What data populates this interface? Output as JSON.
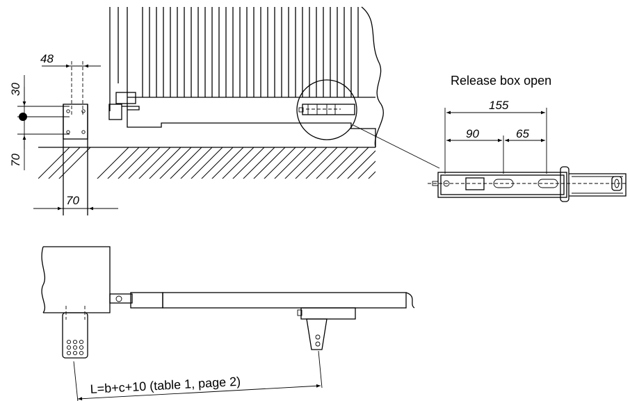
{
  "labels": {
    "release_title": "Release box open",
    "dim_48": "48",
    "dim_30": "30",
    "dim_70_vertical": "70",
    "dim_70_horizontal": "70",
    "dim_155": "155",
    "dim_90": "90",
    "dim_65": "65",
    "formula": "L=b+c+10 (table 1, page 2)"
  }
}
